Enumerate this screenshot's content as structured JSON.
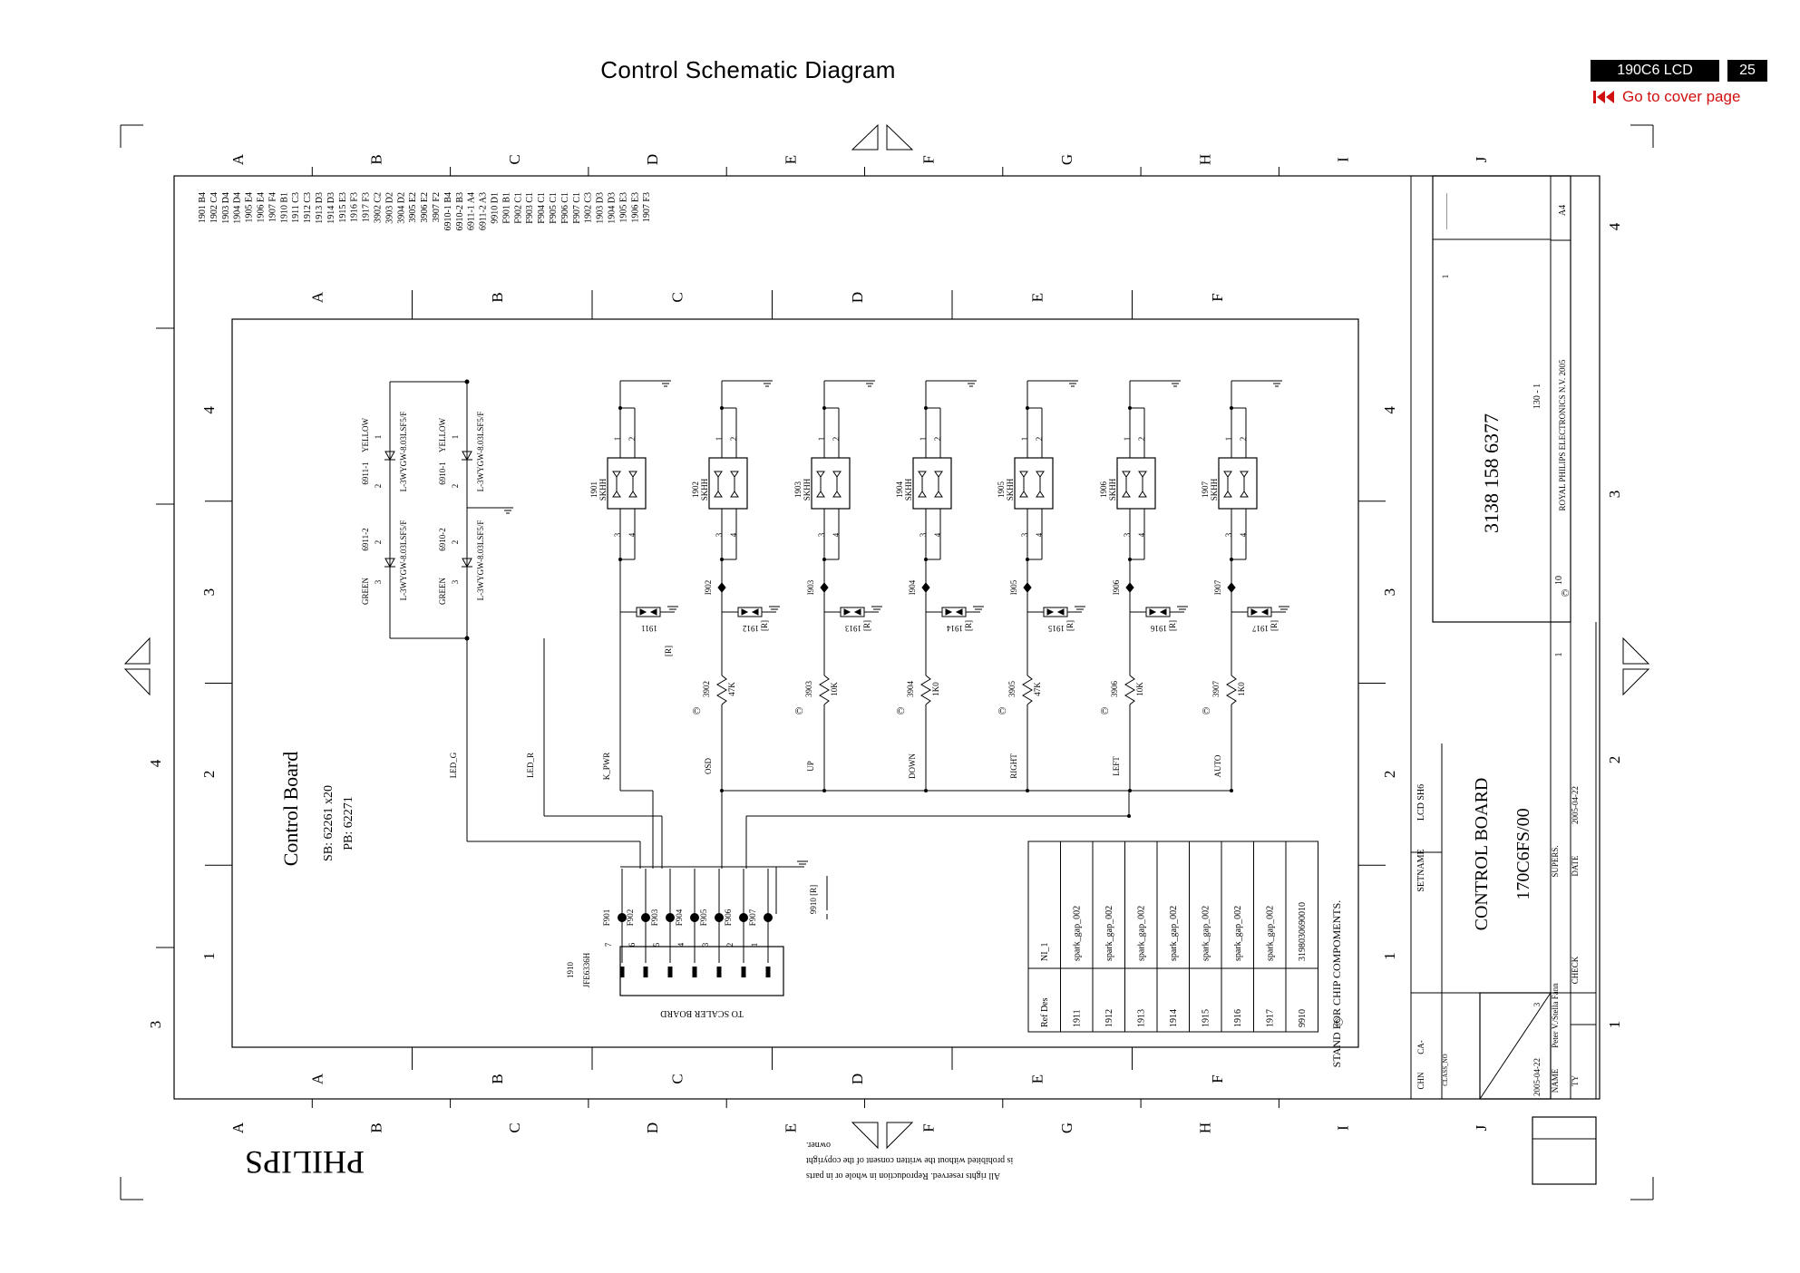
{
  "header": {
    "title": "Control Schematic Diagram",
    "model": "190C6 LCD",
    "page_number": "25",
    "cover_link": "Go to cover page",
    "cover_icon": "skip-back-icon",
    "link_color": "#d01010"
  },
  "frame": {
    "top_letters": [
      "A",
      "B",
      "C",
      "D",
      "E",
      "F",
      "G",
      "H",
      "I",
      "J"
    ],
    "inner_letters": [
      "A",
      "B",
      "C",
      "D",
      "E",
      "F"
    ],
    "left_numbers": [
      "4",
      "3",
      "2",
      "1"
    ],
    "outer_left_numbers": [
      "4",
      "3"
    ],
    "right_numbers": [
      "4",
      "3",
      "2",
      "1"
    ]
  },
  "component_index": [
    "1901 B4",
    "1902 C4",
    "1903 D4",
    "1904 D4",
    "1905 E4",
    "1906 E4",
    "1907 F4",
    "1910 B1",
    "1911 C3",
    "1912 C3",
    "1913 D3",
    "1914 D3",
    "1915 E3",
    "1916 F3",
    "1917 F3",
    "3902 C2",
    "3903 D2",
    "3904 D2",
    "3905 E2",
    "3906 E2",
    "3907 F2",
    "6910-1 B4",
    "6910-2 B3",
    "6911-1 A4",
    "6911-2 A3",
    "9910 D1",
    "F901 B1",
    "F902 C1",
    "F903 C1",
    "F904 C1",
    "F905 C1",
    "F906 C1",
    "F907 C1",
    "1902 C3",
    "1903 D3",
    "1904 D3",
    "1905 E3",
    "1906 E3",
    "1907 F3"
  ],
  "board": {
    "title": "Control Board",
    "sb": "SB: 62261 x20",
    "pb": "PB: 62271"
  },
  "leds": [
    {
      "ref": "6911-1",
      "color": "YELLOW",
      "part": "L-3WYGW-8.03LSF5/F",
      "p1": "1",
      "p2": "2"
    },
    {
      "ref": "6911-2",
      "color": "GREEN",
      "part": "L-3WYGW-8.03LSF5/F",
      "p1": "3",
      "p2": "2"
    },
    {
      "ref": "6910-1",
      "color": "YELLOW",
      "part": "L-3WYGW-8.03LSF5/F",
      "p1": "1",
      "p2": "2"
    },
    {
      "ref": "6910-2",
      "color": "GREEN",
      "part": "L-3WYGW-8.03LSF5/F",
      "p1": "3",
      "p2": "2"
    }
  ],
  "switch_type": "SKHH",
  "switches": [
    {
      "ref": "1901",
      "junction": "",
      "protector": "1911",
      "res_ref": "",
      "res_val": "",
      "signal": "K_PWR"
    },
    {
      "ref": "1902",
      "junction": "I902",
      "protector": "1912",
      "res_ref": "3902",
      "res_val": "47K",
      "signal": "OSD"
    },
    {
      "ref": "1903",
      "junction": "I903",
      "protector": "1913",
      "res_ref": "3903",
      "res_val": "10K",
      "signal": "UP"
    },
    {
      "ref": "1904",
      "junction": "I904",
      "protector": "1914",
      "res_ref": "3904",
      "res_val": "1K0",
      "signal": "DOWN"
    },
    {
      "ref": "1905",
      "junction": "I905",
      "protector": "1915",
      "res_ref": "3905",
      "res_val": "47K",
      "signal": "RIGHT"
    },
    {
      "ref": "1906",
      "junction": "I906",
      "protector": "1916",
      "res_ref": "3906",
      "res_val": "10K",
      "signal": "LEFT"
    },
    {
      "ref": "1907",
      "junction": "I907",
      "protector": "1917",
      "res_ref": "3907",
      "res_val": "1K0",
      "signal": "AUTO"
    }
  ],
  "pin_labels": [
    "1",
    "2",
    "3",
    "4"
  ],
  "rmark": "[R]",
  "led_signals": [
    "LED_G",
    "LED_R"
  ],
  "connector": {
    "ref": "1910",
    "part": "JFE6336H",
    "caption": "TO SCALER BOARD",
    "pins": [
      "7",
      "6",
      "5",
      "4",
      "3",
      "2",
      "1"
    ],
    "points": [
      "F901",
      "F902",
      "F903",
      "F904",
      "F905",
      "F906",
      "F907"
    ]
  },
  "spark_gap": {
    "ref": "9910",
    "mark": "[R]"
  },
  "ref_table": {
    "headers": [
      "Ref Des",
      "NI_1"
    ],
    "rows": [
      [
        "1911",
        "spark_gap_002"
      ],
      [
        "1912",
        "spark_gap_002"
      ],
      [
        "1913",
        "spark_gap_002"
      ],
      [
        "1914",
        "spark_gap_002"
      ],
      [
        "1915",
        "spark_gap_002"
      ],
      [
        "1916",
        "spark_gap_002"
      ],
      [
        "1917",
        "spark_gap_002"
      ],
      [
        "9910",
        "3198030690010"
      ]
    ]
  },
  "chip_note": "STAND FOR CHIP COMPOMENTS.",
  "copyright_symbol": "©",
  "title_block": {
    "part_number": "3138 158 6377",
    "sheet": "130 - 1",
    "board_name": "CONTROL BOARD",
    "model_code": "170C6FS/00",
    "company": "ROYAL PHILIPS ELECTRONICS N.V. 2005",
    "setname_label": "SETNAME",
    "setname": "LCD SH6",
    "chn_label": "CHN",
    "ca_label": "CA-",
    "class_label": "CLASS_NO",
    "date": "2005-04-22",
    "date_label": "DATE",
    "date2": "2005-04-22",
    "supers_label": "SUPERS.",
    "check_label": "CHECK",
    "name_label": "NAME",
    "names": "Peter V./Stella Fann",
    "ty_label": "TY",
    "sheet_no": "3",
    "page_size": "A4",
    "sheet_count": "10",
    "rev": "1",
    "one": "1"
  },
  "footer": {
    "logo": "PHILIPS",
    "rights_lines": [
      "All rights reserved. Reproduction in whole or in parts",
      "is prohibited without the written consent of the copyright",
      "owner."
    ]
  }
}
